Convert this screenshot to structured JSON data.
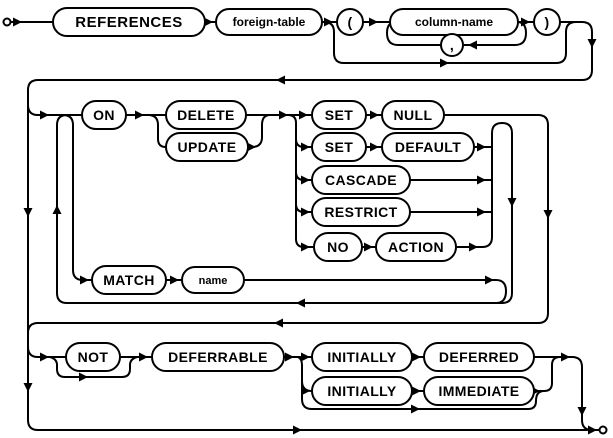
{
  "diagram": {
    "kind": "syntax-railroad-diagram",
    "clause": "foreign-key-clause",
    "colors": {
      "line": "#000000",
      "fill": "#ffffff",
      "text": "#000000",
      "background": "#ffffff"
    },
    "nodes": {
      "references": "REFERENCES",
      "foreign_table": "foreign-table",
      "lparen": "(",
      "column_name": "column-name",
      "rparen": ")",
      "comma": ",",
      "on": "ON",
      "delete_kw": "DELETE",
      "update_kw": "UPDATE",
      "set_1": "SET",
      "null_kw": "NULL",
      "set_2": "SET",
      "default_kw": "DEFAULT",
      "cascade": "CASCADE",
      "restrict": "RESTRICT",
      "no_kw": "NO",
      "action_kw": "ACTION",
      "match": "MATCH",
      "name": "name",
      "not_kw": "NOT",
      "deferrable": "DEFERRABLE",
      "initially_1": "INITIALLY",
      "deferred": "DEFERRED",
      "initially_2": "INITIALLY",
      "immediate": "IMMEDIATE"
    }
  }
}
